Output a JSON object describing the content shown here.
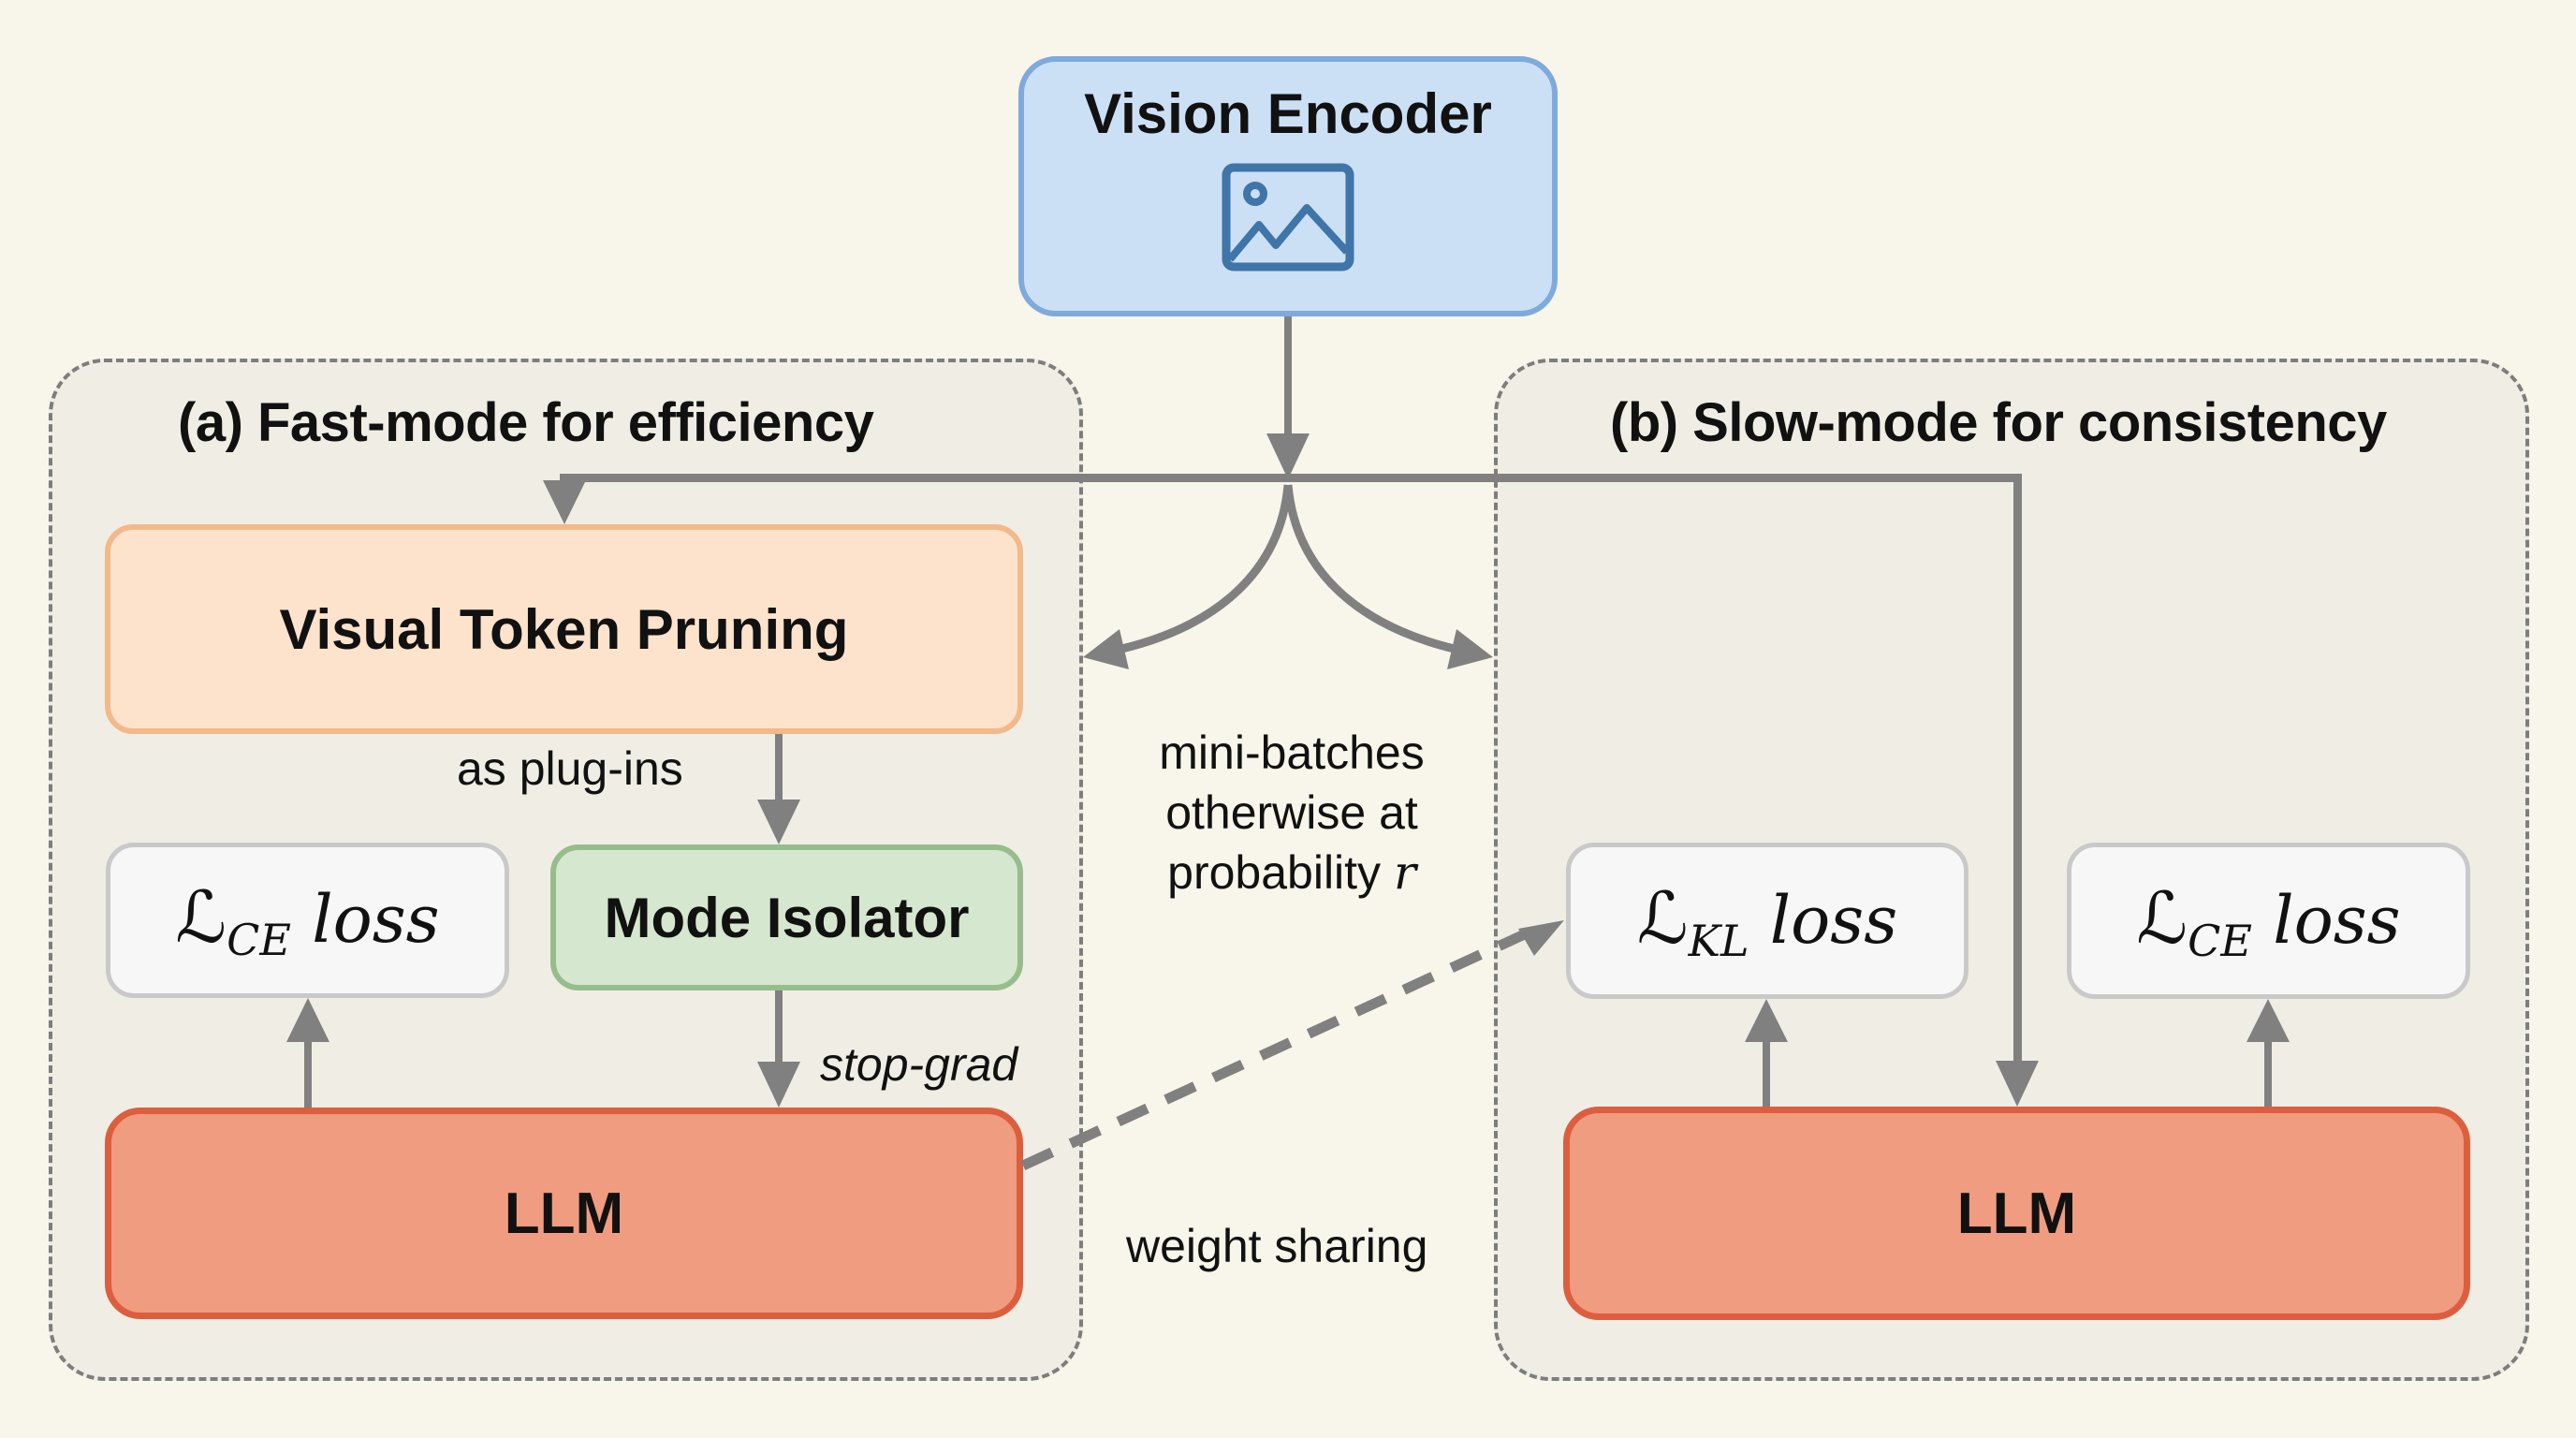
{
  "diagram": {
    "vision_encoder": {
      "label": "Vision Encoder",
      "icon": "image-icon"
    },
    "panel_fast": {
      "title": "(a) Fast-mode for efficiency",
      "visual_token_pruning": "Visual Token Pruning",
      "plugins_note": "as plug-ins",
      "mode_isolator": "Mode Isolator",
      "ce_loss": {
        "symbol": "ℒ",
        "subscript": "CE",
        "word": "loss"
      },
      "stop_grad_note": "stop-grad",
      "llm": "LLM"
    },
    "panel_slow": {
      "title": "(b) Slow-mode for consistency",
      "kl_loss": {
        "symbol": "ℒ",
        "subscript": "KL",
        "word": "loss"
      },
      "ce_loss": {
        "symbol": "ℒ",
        "subscript": "CE",
        "word": "loss"
      },
      "llm": "LLM"
    },
    "center_notes": {
      "line1": "mini-batches",
      "line2": "otherwise at",
      "line3_text": "probability ",
      "line3_var": "r",
      "weight_sharing": "weight sharing"
    },
    "colors": {
      "background": "#f8f5ea",
      "panel_fill": "#f0eee4",
      "vision_fill": "#cce0f5",
      "vision_border": "#7eaadc",
      "pruning_fill": "#fde3cc",
      "isolator_fill": "#d6e7cf",
      "llm_fill": "#f09c80",
      "llm_border": "#dd5e3e",
      "arrow": "#808080"
    }
  }
}
